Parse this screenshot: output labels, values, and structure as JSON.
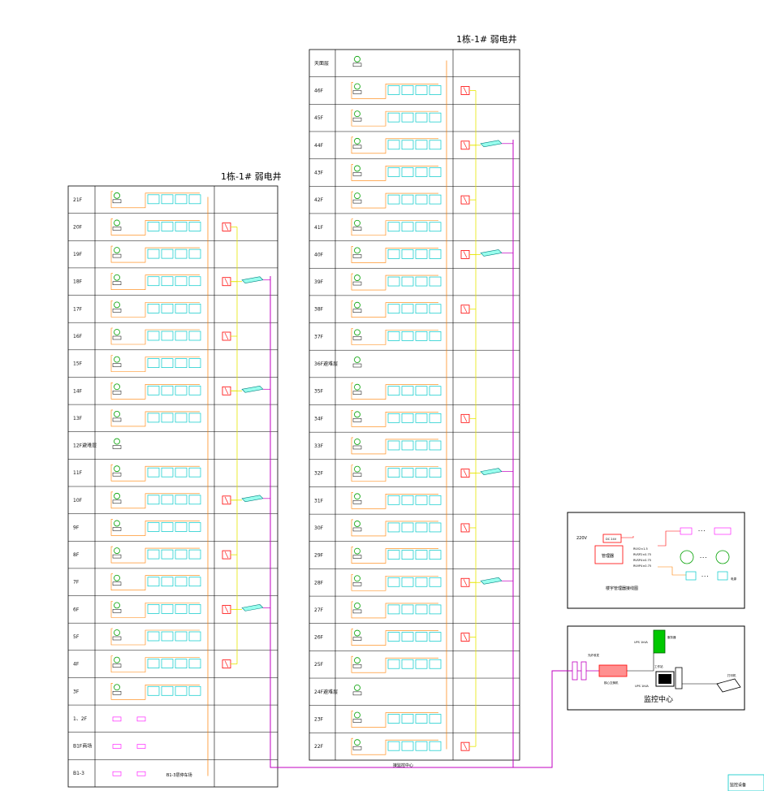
{
  "tower_left": {
    "title": "1栋-1# 弱电井",
    "floors": [
      "21F",
      "20F",
      "19F",
      "18F",
      "17F",
      "16F",
      "15F",
      "14F",
      "13F",
      "12F避难层",
      "11F",
      "10F",
      "9F",
      "8F",
      "7F",
      "6F",
      "5F",
      "4F",
      "3F",
      "1、2F",
      "B1F商场",
      "B1-3"
    ],
    "bottom_note": "B1-3层停车场"
  },
  "tower_right": {
    "title": "1栋-1# 弱电井",
    "floors": [
      "天面层",
      "46F",
      "45F",
      "44F",
      "43F",
      "42F",
      "41F",
      "40F",
      "39F",
      "38F",
      "37F",
      "36F避难层",
      "35F",
      "34F",
      "33F",
      "32F",
      "31F",
      "30F",
      "29F",
      "28F",
      "27F",
      "26F",
      "25F",
      "24F避难层",
      "23F",
      "22F"
    ],
    "bottom_note": "接监控中心"
  },
  "wiring_box": {
    "title": "楼宇管理器接线图",
    "voltage_in": "220V",
    "transformer": "DC 24V",
    "controller": "管理器",
    "cables": [
      "RVV2×1.5",
      "RVSP2×0.75",
      "RVSP4×0.75",
      "RVVP4×0.75"
    ],
    "device_label": "电源"
  },
  "control_center": {
    "title": "监控中心",
    "label_fiber": "光纤收发",
    "label_switch": "核心交换机",
    "label_ups": "UPS 1kVA",
    "label_server": "服务器",
    "label_pc": "工作站",
    "label_printer": "打印机"
  },
  "corner_note": "监控设备",
  "colors": {
    "device": "#00c8c8",
    "orange_cable": "#ff8000",
    "yellow_cable": "#e6e600",
    "magenta_cable": "#c000c0",
    "red_box": "#ff0000",
    "green": "#00a000"
  }
}
